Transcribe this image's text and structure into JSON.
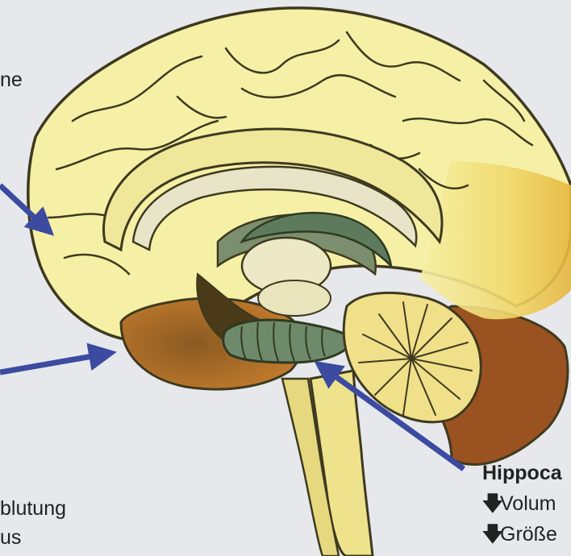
{
  "labels": {
    "top_left_fragment": "ne",
    "bottom_left_line1": "blutung",
    "bottom_left_line2": "us",
    "hippocampus_title": "Hippoca",
    "hippocampus_line1": "Volum",
    "hippocampus_line2": "Größe",
    "down_arrow_glyph": "🡇"
  },
  "colors": {
    "background": "#E7E8EC",
    "cortex_fill": "#F6F0A6",
    "cortex_outline": "#3E3A1F",
    "cerebellum_fill": "#F1E08A",
    "brainstem_fill": "#EEE28C",
    "temporal_fill": "#B06A2A",
    "occipital_fill": "#E9C048",
    "limbic_fill": "#6E8A6A",
    "pointer_arrow": "#3C4BA0",
    "text": "#222222"
  },
  "icons": {
    "pointer": "arrow-pointer-icon",
    "decrease": "down-arrow-icon"
  }
}
